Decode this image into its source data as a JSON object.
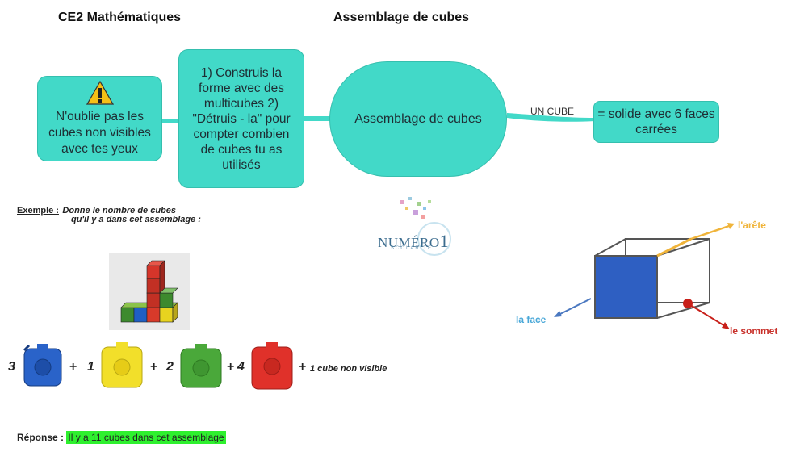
{
  "header": {
    "left_title": "CE2 Mathématiques",
    "center_title": "Assemblage de cubes"
  },
  "mindmap": {
    "warning_text": "N'oublie pas les cubes non visibles avec tes yeux",
    "instructions_text": "1) Construis la forme avec des multicubes 2) \"Détruis - la\" pour compter combien de cubes tu as utilisés",
    "central_text": "Assemblage de cubes",
    "branch_label": "UN CUBE",
    "definition_text": "= solide avec 6 faces carrées"
  },
  "example": {
    "label": "Exemple :",
    "prompt_line1": "Donne le nombre de cubes",
    "prompt_line2": "qu'il y a dans cet assemblage :"
  },
  "count": {
    "items": [
      {
        "number": "3",
        "color": "#2a63c9"
      },
      {
        "number": "1",
        "color": "#f2df2a"
      },
      {
        "number": "2",
        "color": "#4aa83a"
      },
      {
        "number": "4",
        "color": "#e0312a"
      }
    ],
    "plus": "+",
    "extra": "1 cube non visible"
  },
  "answer": {
    "label": "Réponse :",
    "text": "Il y a 11 cubes dans cet assemblage"
  },
  "logo": {
    "text_main": "NUMÉRO",
    "text_digit": "1",
    "text_sub": "SCOLARITÉ"
  },
  "cube_diagram": {
    "label_edge": "l'arête",
    "label_face": "la face",
    "label_vertex": "le sommet"
  }
}
